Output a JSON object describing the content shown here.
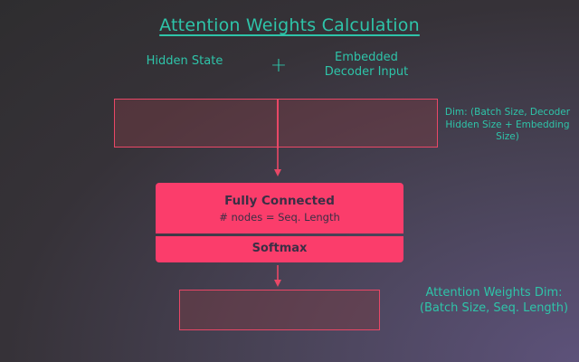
{
  "title": "Attention Weights Calculation",
  "inputs": {
    "hidden_state": "Hidden State",
    "plus": "+",
    "embedded_input": "Embedded Decoder Input"
  },
  "concat_dim": "Dim: (Batch Size, Decoder Hidden Size + Embedding Size)",
  "fc_layer": {
    "title": "Fully Connected",
    "nodes": "# nodes = Seq. Length"
  },
  "softmax": "Softmax",
  "output": {
    "label": "Attention Weights Dim: (Batch Size, Seq. Length)"
  },
  "colors": {
    "text_accent": "#2ec4a9",
    "layer_fill": "#fb3d6b",
    "box_border": "#e94766",
    "layer_text": "#3b2f45"
  }
}
